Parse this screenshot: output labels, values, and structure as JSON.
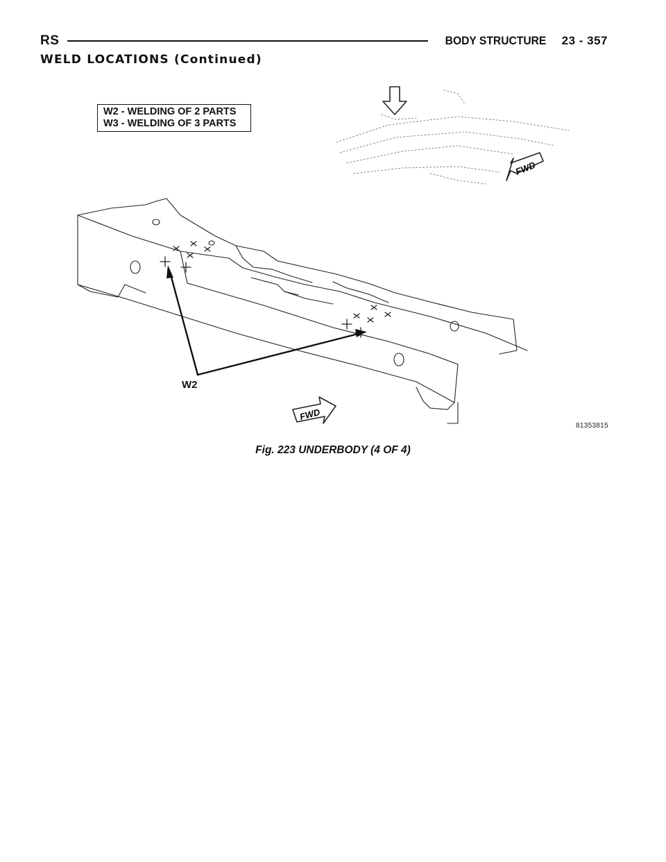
{
  "header": {
    "code": "RS",
    "title": "BODY STRUCTURE",
    "page": "23 - 357"
  },
  "section_title": "WELD LOCATIONS (Continued)",
  "figure": {
    "legend": [
      "W2 - WELDING OF 2 PARTS",
      "W3 - WELDING OF 3 PARTS"
    ],
    "callout": "W2",
    "direction_label": "FWD",
    "figure_id": "81353815",
    "caption": "Fig. 223 UNDERBODY (4 OF 4)"
  }
}
